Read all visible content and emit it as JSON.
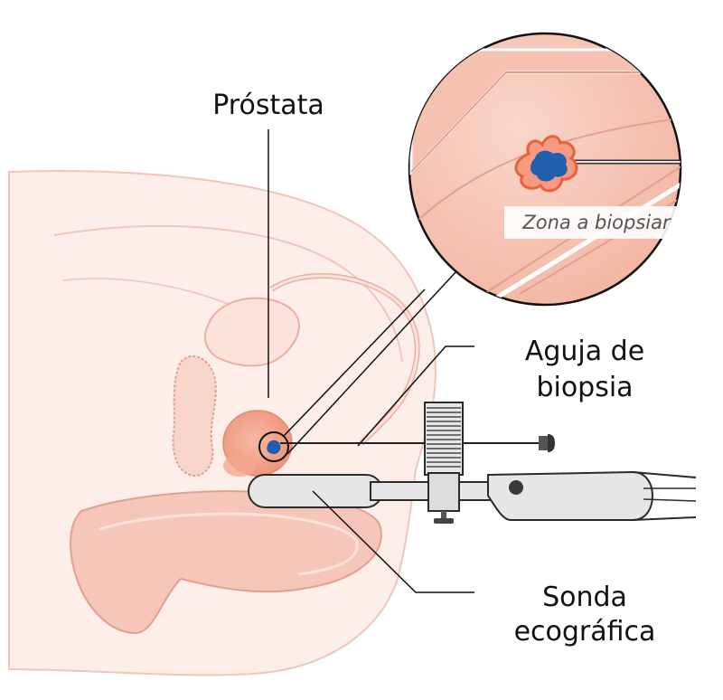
{
  "labels": {
    "prostate": "Próstata",
    "needle_line1": "Aguja de",
    "needle_line2": "biopsia",
    "probe_line1": "Sonda",
    "probe_line2": "ecográfica",
    "zone": "Zona a biopsiar"
  },
  "colors": {
    "tissue_light": "#fbe4dd",
    "tissue_mid": "#f6cdc0",
    "tissue_outline": "#e9b1a0",
    "prostate": "#f1a087",
    "lesion_blue": "#1f5fae",
    "lesion_orange": "#e8613b",
    "probe_grey": "#e6e6e6",
    "outline_dark": "#2b2b2b"
  }
}
